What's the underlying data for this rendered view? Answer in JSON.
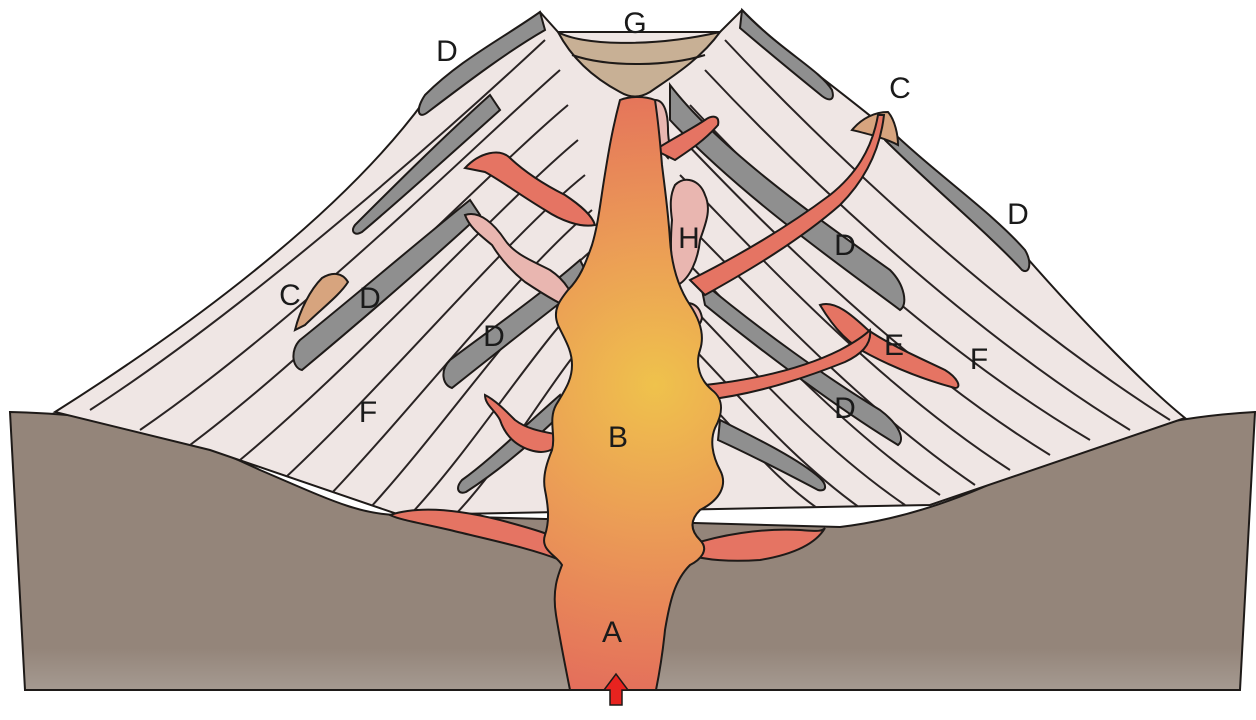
{
  "diagram": {
    "labels": {
      "a": "A",
      "b": "B",
      "c1": "C",
      "c2": "C",
      "d1": "D",
      "d2": "D",
      "d3": "D",
      "d4": "D",
      "d5": "D",
      "d6": "D",
      "e": "E",
      "f1": "F",
      "f2": "F",
      "g": "G",
      "h": "H"
    },
    "colors": {
      "ground": "#94857a",
      "cone": "#efe6e4",
      "strata_line": "#2a2424",
      "lava_flow": "#8f8f8f",
      "magma_top": "#e36a5c",
      "magma_center": "#efc24c",
      "sill": "#e57463",
      "pink_body": "#e9b6b0",
      "tan_deposit": "#d7a47e",
      "crater": "#c8b095",
      "arrow": "#e8231f"
    }
  }
}
